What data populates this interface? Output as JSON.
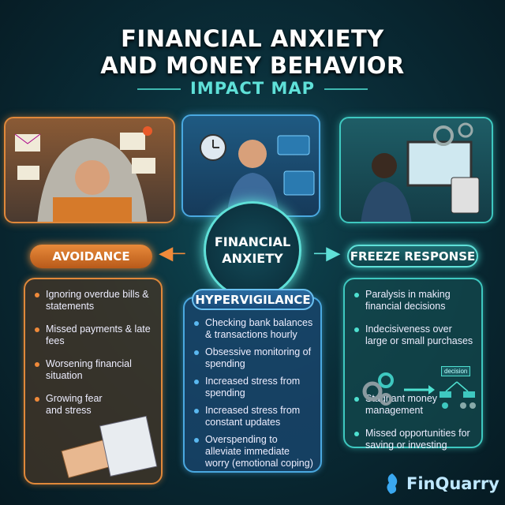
{
  "title": {
    "line1": "FINANCIAL ANXIETY",
    "line2": "AND MONEY BEHAVIOR",
    "subtitle": "IMPACT MAP"
  },
  "center": {
    "line1": "FINANCIAL",
    "line2": "ANXIETY"
  },
  "avoidance": {
    "label": "AVOIDANCE",
    "items": [
      "Ignoring overdue bills & statements",
      "Missed payments & late fees",
      "Worsening financial situation",
      "Growing fear and stress"
    ]
  },
  "hypervigilance": {
    "label": "HYPERVIGILANCE",
    "items": [
      "Checking bank balances & transactions hourly",
      "Obsessive monitoring of spending",
      "Increased stress from spending",
      "Increased stress from constant updates",
      "Overspending to alleviate immediate worry (emotional coping)"
    ]
  },
  "freeze": {
    "label": "FREEZE RESPONSE",
    "items": [
      "Paralysis in making financial decisions",
      "Indecisiveness over large or small purchases",
      "Stagnant money management",
      "Missed opportunities for saving or investing"
    ],
    "diagram_label": "decision"
  },
  "logo": {
    "name": "FinQuarry"
  },
  "colors": {
    "avoidance": "#e0883a",
    "hypervigilance": "#4aa8e0",
    "freeze": "#3ec8c0",
    "accent": "#5fe0d8"
  }
}
